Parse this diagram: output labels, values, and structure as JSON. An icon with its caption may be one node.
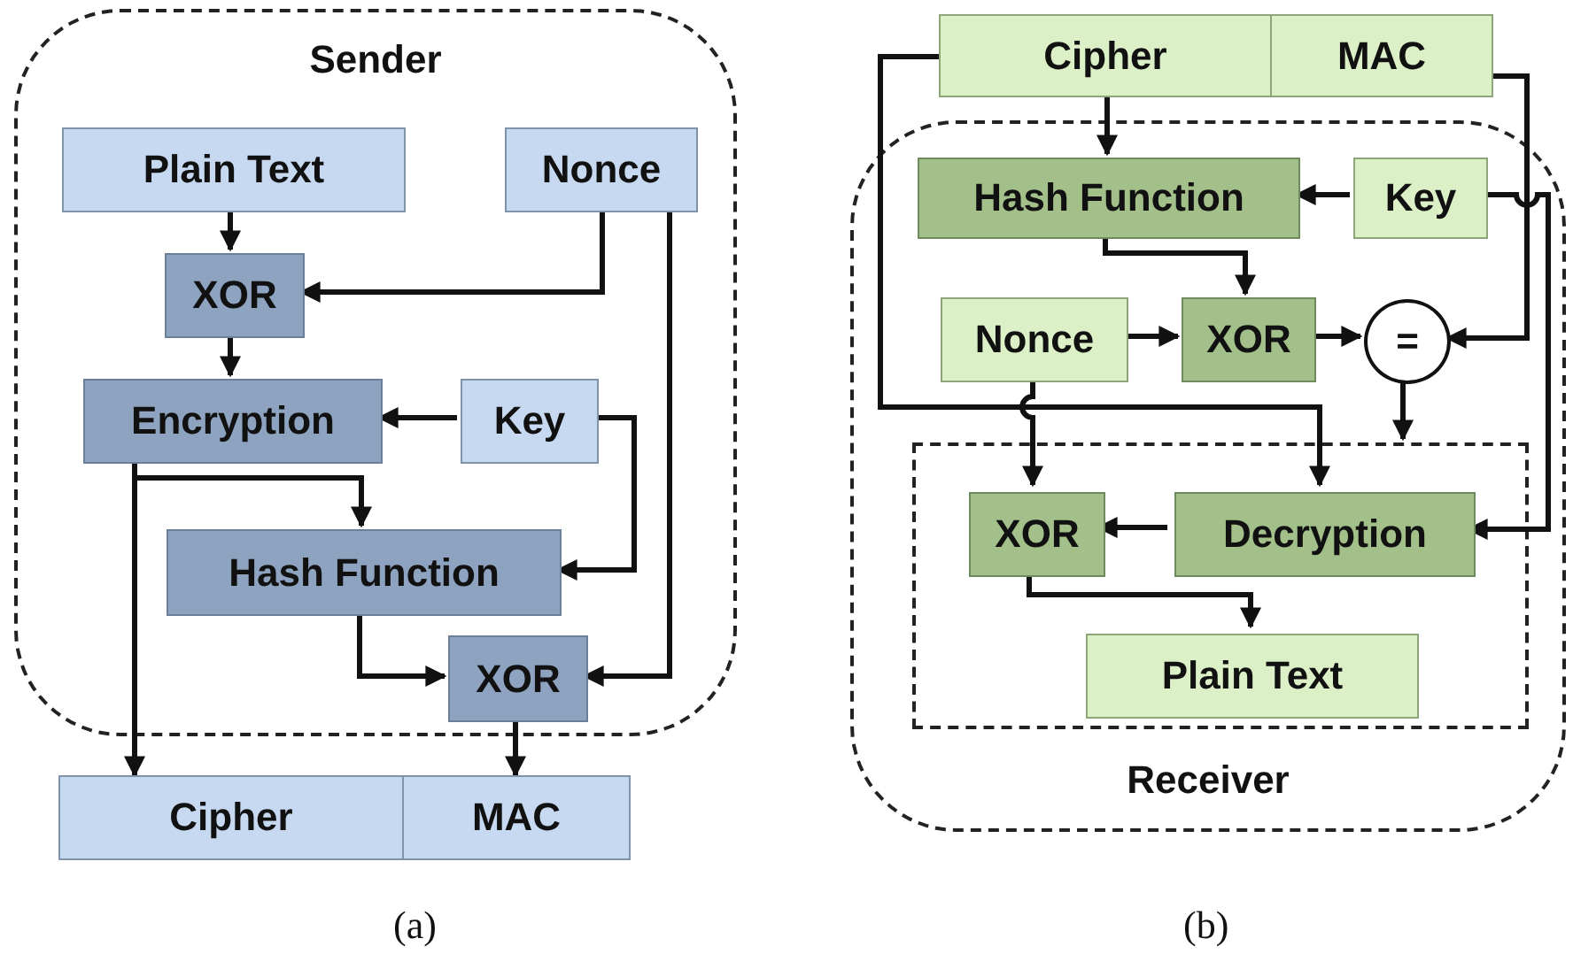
{
  "diagram": {
    "nodes": [
      {
        "text": [
          "Sender"
        ]
      },
      {
        "text": [
          "Plain Text"
        ],
        "in": 0
      },
      {
        "text": [
          "Nonce"
        ],
        "in": 0
      },
      {
        "text": [
          "XOR"
        ],
        "in": 0
      },
      {
        "text": [
          "Encryption"
        ],
        "in": 0
      },
      {
        "text": [
          "Key"
        ],
        "in": 0
      },
      {
        "text": [
          "Hash Function"
        ],
        "in": 0
      },
      {
        "text": [
          "XOR"
        ],
        "in": 0
      },
      {
        "text": [
          "Cipher"
        ]
      },
      {
        "text": [
          "MAC"
        ]
      },
      {
        "text": [
          "Receiver"
        ]
      },
      {
        "text": [],
        "shape": "box",
        "in": 10
      },
      {
        "text": [
          "Cipher"
        ]
      },
      {
        "text": [
          "MAC"
        ]
      },
      {
        "text": [
          "Hash Function"
        ],
        "in": 10
      },
      {
        "text": [
          "Key"
        ],
        "in": 10
      },
      {
        "text": [
          "Nonce"
        ],
        "in": 10
      },
      {
        "text": [
          "XOR"
        ],
        "in": 10
      },
      {
        "text": [
          "="
        ],
        "in": 10
      },
      {
        "text": [
          "XOR"
        ],
        "in": 11
      },
      {
        "text": [
          "Decryption"
        ],
        "in": 11
      },
      {
        "text": [
          "Plain Text"
        ],
        "in": 11
      }
    ],
    "edges": [
      {
        "from": 1,
        "to": 3,
        "arrow": "to"
      },
      {
        "from": 2,
        "to": 3,
        "arrow": "to"
      },
      {
        "from": 3,
        "to": 4,
        "arrow": "to"
      },
      {
        "from": 5,
        "to": 4,
        "arrow": "to"
      },
      {
        "from": 4,
        "to": 6,
        "arrow": "to"
      },
      {
        "from": 4,
        "to": 8,
        "arrow": "to"
      },
      {
        "from": 5,
        "to": 6,
        "arrow": "to"
      },
      {
        "from": 6,
        "to": 7,
        "arrow": "to"
      },
      {
        "from": 2,
        "to": 7,
        "arrow": "to"
      },
      {
        "from": 7,
        "to": 9,
        "arrow": "to"
      },
      {
        "from": 12,
        "to": 14,
        "arrow": "to"
      },
      {
        "from": 15,
        "to": 14,
        "arrow": "to"
      },
      {
        "from": 14,
        "to": 17,
        "arrow": "to"
      },
      {
        "from": 16,
        "to": 17,
        "arrow": "to"
      },
      {
        "from": 17,
        "to": 18,
        "arrow": "to"
      },
      {
        "from": 13,
        "to": 18,
        "arrow": "to"
      },
      {
        "from": 18,
        "to": 11,
        "arrow": "to"
      },
      {
        "from": 12,
        "to": 20,
        "arrow": "to"
      },
      {
        "from": 16,
        "to": 19,
        "arrow": "to"
      },
      {
        "from": 15,
        "to": 20,
        "arrow": "to"
      },
      {
        "from": 20,
        "to": 19,
        "arrow": "to"
      },
      {
        "from": 19,
        "to": 21,
        "arrow": "to"
      }
    ],
    "labels": [
      "(a)",
      "(b)"
    ]
  }
}
